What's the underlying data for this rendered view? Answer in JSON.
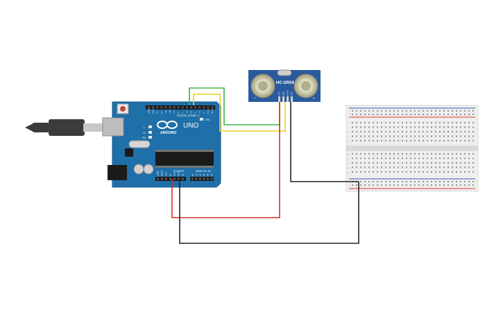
{
  "colors": {
    "background": "#ffffff",
    "arduino_board": "#1f6fa8",
    "arduino_edge": "#155a8b",
    "sensor_board": "#2a5a9e",
    "sensor_can": "#c9c9a5",
    "breadboard": "#eeeeee",
    "breadboard_shade": "#d9d9d9",
    "rail_red": "#e23b2e",
    "rail_blue": "#3a5bb8",
    "wire_green": "#3bb54a",
    "wire_yellow": "#e8d21b",
    "wire_red": "#d32f2f",
    "wire_black": "#222222",
    "usb_cable": "#3b3b3b",
    "usb_plug": "#c7c7c7"
  },
  "arduino": {
    "logo_text": "ARDUINO",
    "model": "UNO",
    "digital_label": "DIGITAL (PWM ~)",
    "power_label": "POWER",
    "analog_label": "ANALOG IN",
    "tx_label": "TX",
    "rx_label": "RX",
    "l_label": "L",
    "on_label": "ON",
    "digital_pins": [
      "AREF",
      "GND",
      "13",
      "12",
      "~11",
      "~10",
      "~9",
      "8",
      "7",
      "~6",
      "~5",
      "4",
      "~3",
      "2",
      "TX 1",
      "RX 0"
    ],
    "power_pins": [
      "IOREF",
      "RESET",
      "3.3V",
      "5V",
      "GND",
      "GND",
      "Vin"
    ],
    "analog_pins": [
      "A0",
      "A1",
      "A2",
      "A3",
      "A4",
      "A5"
    ]
  },
  "sensor": {
    "model": "HC-SR04",
    "pins": [
      "VCC",
      "TRIG",
      "ECHO",
      "GND"
    ],
    "left_mark": "T",
    "right_mark": "R"
  },
  "breadboard": {
    "top_letters": [
      "J",
      "I",
      "H",
      "G",
      "F"
    ],
    "bottom_letters": [
      "E",
      "D",
      "C",
      "B",
      "A"
    ]
  },
  "icons": {
    "usb_cable": "usb-cable-icon",
    "reset_button": "reset-button-icon",
    "crystal": "crystal-oscillator-icon",
    "capacitor": "capacitor-icon"
  }
}
